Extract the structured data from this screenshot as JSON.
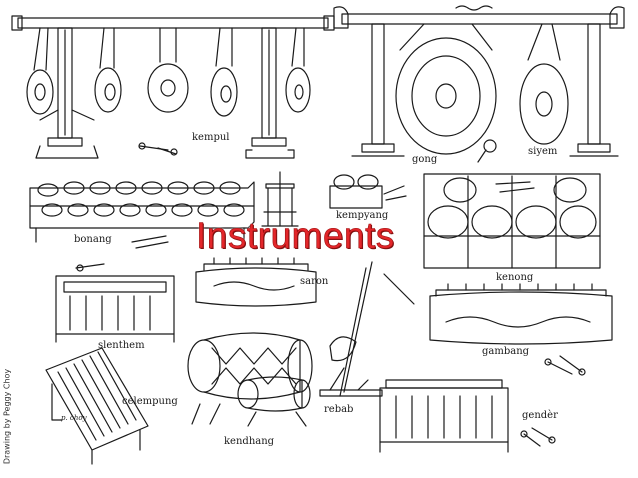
{
  "title": "Instruments",
  "credit": "Drawing by Peggy Choy",
  "signature": "p. choy",
  "labels": {
    "kempul": "kempul",
    "gong": "gong",
    "siyem": "siyem",
    "bonang": "bonang",
    "kempyang": "kempyang",
    "kenong": "kenong",
    "saron": "saron",
    "slenthem": "slenthem",
    "gambang": "gambang",
    "celempung": "celempung",
    "kendhang": "kendhang",
    "rebab": "rebab",
    "gender": "gendèr"
  },
  "colors": {
    "title": "#e3262a",
    "line": "#1a1a1a"
  }
}
